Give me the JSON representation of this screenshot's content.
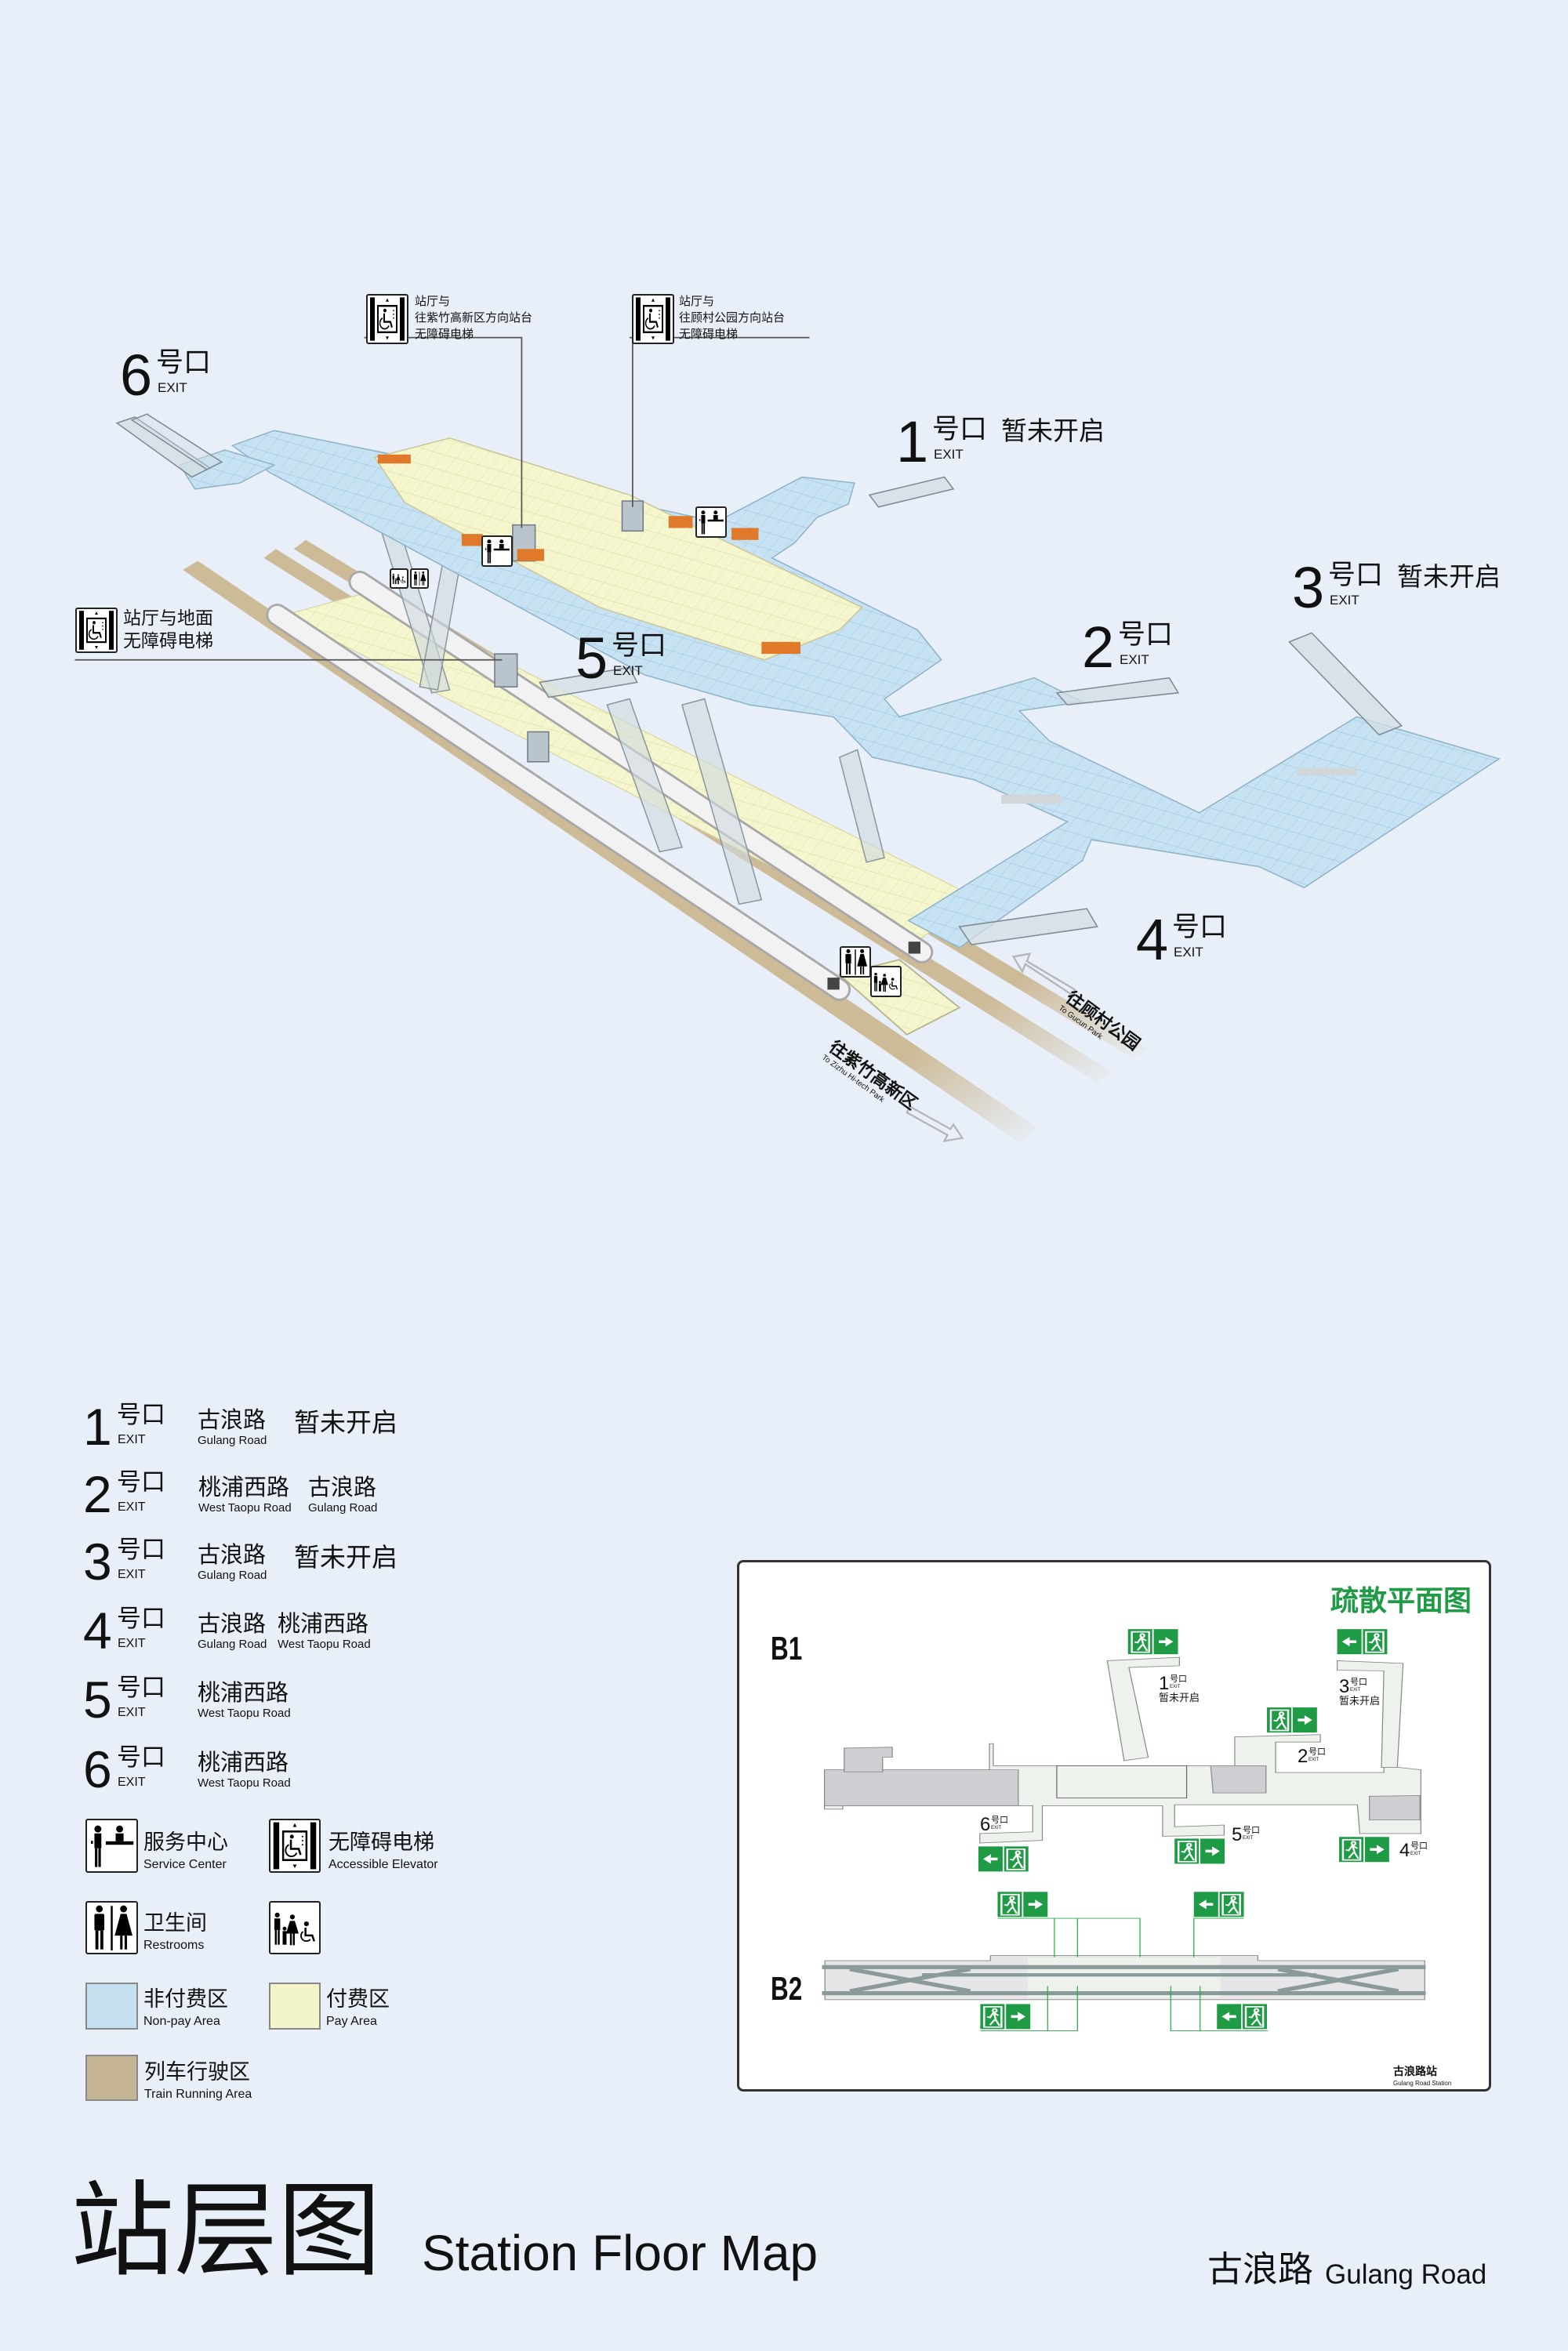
{
  "colors": {
    "background": "#e8eff9",
    "non_pay_area": "#c5e0f0",
    "pay_area": "#f3f5c8",
    "train_running_area": "#c4b492",
    "evacuation_green": "#1f9a45",
    "service_orange": "#e07a2a"
  },
  "map": {
    "exits": [
      {
        "num": "1",
        "label": "号口",
        "exit": "EXIT",
        "status": "暂未开启"
      },
      {
        "num": "2",
        "label": "号口",
        "exit": "EXIT",
        "status": ""
      },
      {
        "num": "3",
        "label": "号口",
        "exit": "EXIT",
        "status": "暂未开启"
      },
      {
        "num": "4",
        "label": "号口",
        "exit": "EXIT",
        "status": ""
      },
      {
        "num": "5",
        "label": "号口",
        "exit": "EXIT",
        "status": ""
      },
      {
        "num": "6",
        "label": "号口",
        "exit": "EXIT",
        "status": ""
      }
    ],
    "callouts": {
      "elevator_zizhu": [
        "站厅与",
        "往紫竹高新区方向站台",
        "无障碍电梯"
      ],
      "elevator_gucun": [
        "站厅与",
        "往顾村公园方向站台",
        "无障碍电梯"
      ],
      "elevator_ground": [
        "站厅与地面",
        "无障碍电梯"
      ]
    },
    "directions": {
      "gucun_cn": "往顾村公园",
      "gucun_en": "To Gucun Park",
      "zizhu_cn": "往紫竹高新区",
      "zizhu_en": "To Zizhu Hi-tech Park"
    },
    "icons": [
      "service-center-icon",
      "accessible-elevator-icon",
      "restroom-icon",
      "family-restroom-icon",
      "escalator-icon"
    ]
  },
  "legend": {
    "exits": [
      {
        "num": "1",
        "label": "号口",
        "exit": "EXIT",
        "roads": [
          {
            "cn": "古浪路",
            "en": "Gulang Road"
          }
        ],
        "status": "暂未开启"
      },
      {
        "num": "2",
        "label": "号口",
        "exit": "EXIT",
        "roads": [
          {
            "cn": "桃浦西路",
            "en": "West Taopu Road"
          },
          {
            "cn": "古浪路",
            "en": "Gulang Road"
          }
        ],
        "status": ""
      },
      {
        "num": "3",
        "label": "号口",
        "exit": "EXIT",
        "roads": [
          {
            "cn": "古浪路",
            "en": "Gulang Road"
          }
        ],
        "status": "暂未开启"
      },
      {
        "num": "4",
        "label": "号口",
        "exit": "EXIT",
        "roads": [
          {
            "cn": "古浪路",
            "en": "Gulang Road"
          },
          {
            "cn": "桃浦西路",
            "en": "West Taopu Road"
          }
        ],
        "status": ""
      },
      {
        "num": "5",
        "label": "号口",
        "exit": "EXIT",
        "roads": [
          {
            "cn": "桃浦西路",
            "en": "West Taopu Road"
          }
        ],
        "status": ""
      },
      {
        "num": "6",
        "label": "号口",
        "exit": "EXIT",
        "roads": [
          {
            "cn": "桃浦西路",
            "en": "West Taopu Road"
          }
        ],
        "status": ""
      }
    ],
    "symbols": {
      "service_center": {
        "cn": "服务中心",
        "en": "Service Center"
      },
      "accessible_elevator": {
        "cn": "无障碍电梯",
        "en": "Accessible Elevator"
      },
      "restrooms": {
        "cn": "卫生间",
        "en": "Restrooms"
      },
      "non_pay": {
        "cn": "非付费区",
        "en": "Non-pay Area"
      },
      "pay": {
        "cn": "付费区",
        "en": "Pay Area"
      },
      "train": {
        "cn": "列车行驶区",
        "en": "Train Running Area"
      }
    }
  },
  "evacuation": {
    "title": "疏散平面图",
    "levels": [
      "B1",
      "B2"
    ],
    "exits": [
      {
        "num": "1",
        "label": "号口",
        "exit": "EXIT",
        "status": "暂未开启"
      },
      {
        "num": "2",
        "label": "号口",
        "exit": "EXIT"
      },
      {
        "num": "3",
        "label": "号口",
        "exit": "EXIT",
        "status": "暂未开启"
      },
      {
        "num": "4",
        "label": "号口",
        "exit": "EXIT"
      },
      {
        "num": "5",
        "label": "号口",
        "exit": "EXIT"
      },
      {
        "num": "6",
        "label": "号口",
        "exit": "EXIT"
      }
    ],
    "station_cn": "古浪路站",
    "station_en": "Gulang Road Station"
  },
  "footer": {
    "title_cn": "站层图",
    "title_en": "Station Floor Map",
    "station_cn": "古浪路",
    "station_en": "Gulang Road"
  }
}
